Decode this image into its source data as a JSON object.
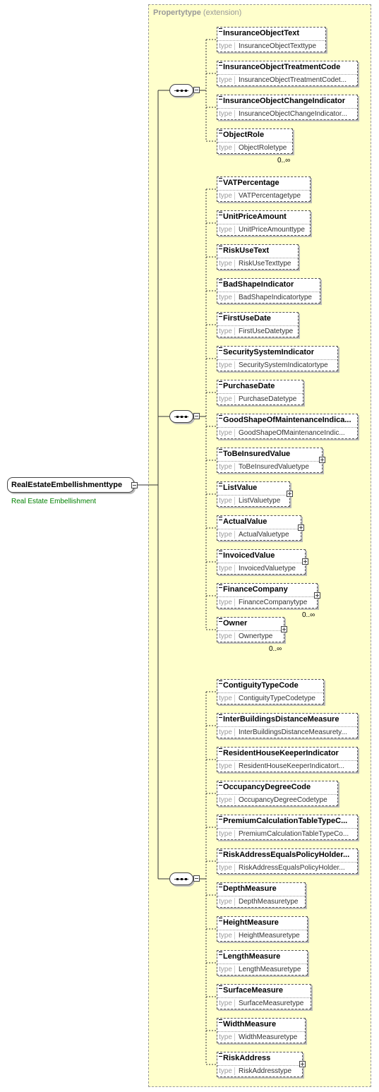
{
  "root": {
    "name": "RealEstateEmbellishmenttype",
    "documentation": "Real Estate Embellishment"
  },
  "extension": {
    "base": "Propertytype",
    "kind": "(extension)"
  },
  "type_keyword": "type",
  "groups": [
    {
      "name": "sequence-1",
      "elements": [
        {
          "name": "InsuranceObjectText",
          "type": "InsuranceObjectTexttype"
        },
        {
          "name": "InsuranceObjectTreatmentCode",
          "type": "InsuranceObjectTreatmentCodet..."
        },
        {
          "name": "InsuranceObjectChangeIndicator",
          "type": "InsuranceObjectChangeIndicator..."
        },
        {
          "name": "ObjectRole",
          "type": "ObjectRoletype",
          "occurs": "0..∞",
          "multi": true
        }
      ]
    },
    {
      "name": "sequence-2",
      "elements": [
        {
          "name": "VATPercentage",
          "type": "VATPercentagetype"
        },
        {
          "name": "UnitPriceAmount",
          "type": "UnitPriceAmounttype"
        },
        {
          "name": "RiskUseText",
          "type": "RiskUseTexttype"
        },
        {
          "name": "BadShapeIndicator",
          "type": "BadShapeIndicatortype"
        },
        {
          "name": "FirstUseDate",
          "type": "FirstUseDatetype"
        },
        {
          "name": "SecuritySystemIndicator",
          "type": "SecuritySystemIndicatortype"
        },
        {
          "name": "PurchaseDate",
          "type": "PurchaseDatetype"
        },
        {
          "name": "GoodShapeOfMaintenanceIndica...",
          "type": "GoodShapeOfMaintenanceIndic..."
        },
        {
          "name": "ToBeInsuredValue",
          "type": "ToBeInsuredValuetype",
          "expand": true
        },
        {
          "name": "ListValue",
          "type": "ListValuetype",
          "expand": true
        },
        {
          "name": "ActualValue",
          "type": "ActualValuetype",
          "expand": true
        },
        {
          "name": "InvoicedValue",
          "type": "InvoicedValuetype",
          "expand": true
        },
        {
          "name": "FinanceCompany",
          "type": "FinanceCompanytype",
          "expand": true,
          "occurs": "0..∞",
          "multi": true
        },
        {
          "name": "Owner",
          "type": "Ownertype",
          "expand": true,
          "occurs": "0..∞",
          "multi": true
        }
      ]
    },
    {
      "name": "sequence-3",
      "elements": [
        {
          "name": "ContiguityTypeCode",
          "type": "ContiguityTypeCodetype"
        },
        {
          "name": "InterBuildingsDistanceMeasure",
          "type": "InterBuildingsDistanceMeasurety..."
        },
        {
          "name": "ResidentHouseKeeperIndicator",
          "type": "ResidentHouseKeeperIndicatort..."
        },
        {
          "name": "OccupancyDegreeCode",
          "type": "OccupancyDegreeCodetype"
        },
        {
          "name": "PremiumCalculationTableTypeC...",
          "type": "PremiumCalculationTableTypeCo..."
        },
        {
          "name": "RiskAddressEqualsPolicyHolder...",
          "type": "RiskAddressEqualsPolicyHolder..."
        },
        {
          "name": "DepthMeasure",
          "type": "DepthMeasuretype"
        },
        {
          "name": "HeightMeasure",
          "type": "HeightMeasuretype"
        },
        {
          "name": "LengthMeasure",
          "type": "LengthMeasuretype"
        },
        {
          "name": "SurfaceMeasure",
          "type": "SurfaceMeasuretype"
        },
        {
          "name": "WidthMeasure",
          "type": "WidthMeasuretype"
        },
        {
          "name": "RiskAddress",
          "type": "RiskAddresstype",
          "expand": true
        }
      ]
    }
  ]
}
